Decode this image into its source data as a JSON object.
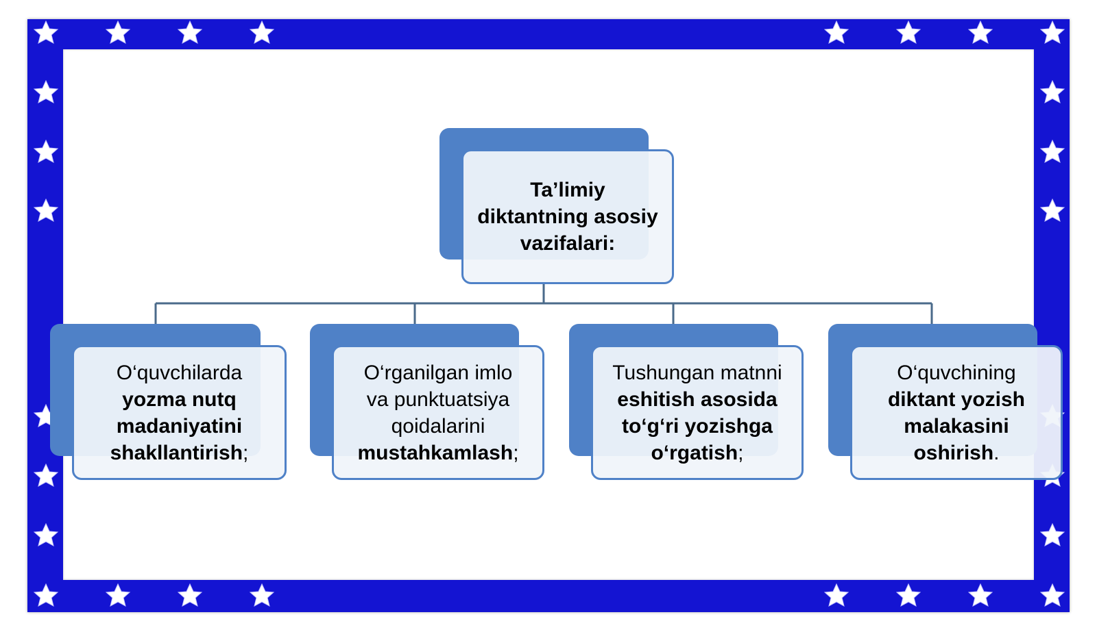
{
  "colors": {
    "frame": "#1414d2",
    "box_back": "#4f81c7",
    "box_border": "#4f81c7",
    "box_fill": "#f0f4fa",
    "connector": "#4a6a8a",
    "star": "#ffffff"
  },
  "decor": {
    "frame_icon": "star-icon"
  },
  "diagram": {
    "root": {
      "line1": "Ta’limiy",
      "line2": "diktantning asosiy",
      "line3": "vazifalari:"
    },
    "children": [
      {
        "normal1": "O‘quvchilarda",
        "bold1": "yozma nutq",
        "bold2": "madaniyatini",
        "bold3": "shakllantirish",
        "tail": ";"
      },
      {
        "normal1": "O‘rganilgan imlo",
        "normal2": "va punktuatsiya",
        "normal3": "qoidalarini",
        "bold1": "mustahkamlash",
        "tail": ";"
      },
      {
        "normal1": "Tushungan matnni",
        "bold1": "eshitish asosida",
        "bold2": "to‘g‘ri yozishga",
        "bold3": "o‘rgatish",
        "tail": ";"
      },
      {
        "normal1": "O‘quvchining",
        "bold1": "diktant yozish",
        "bold2": "malakasini",
        "bold3": "oshirish",
        "tail": "."
      }
    ]
  }
}
